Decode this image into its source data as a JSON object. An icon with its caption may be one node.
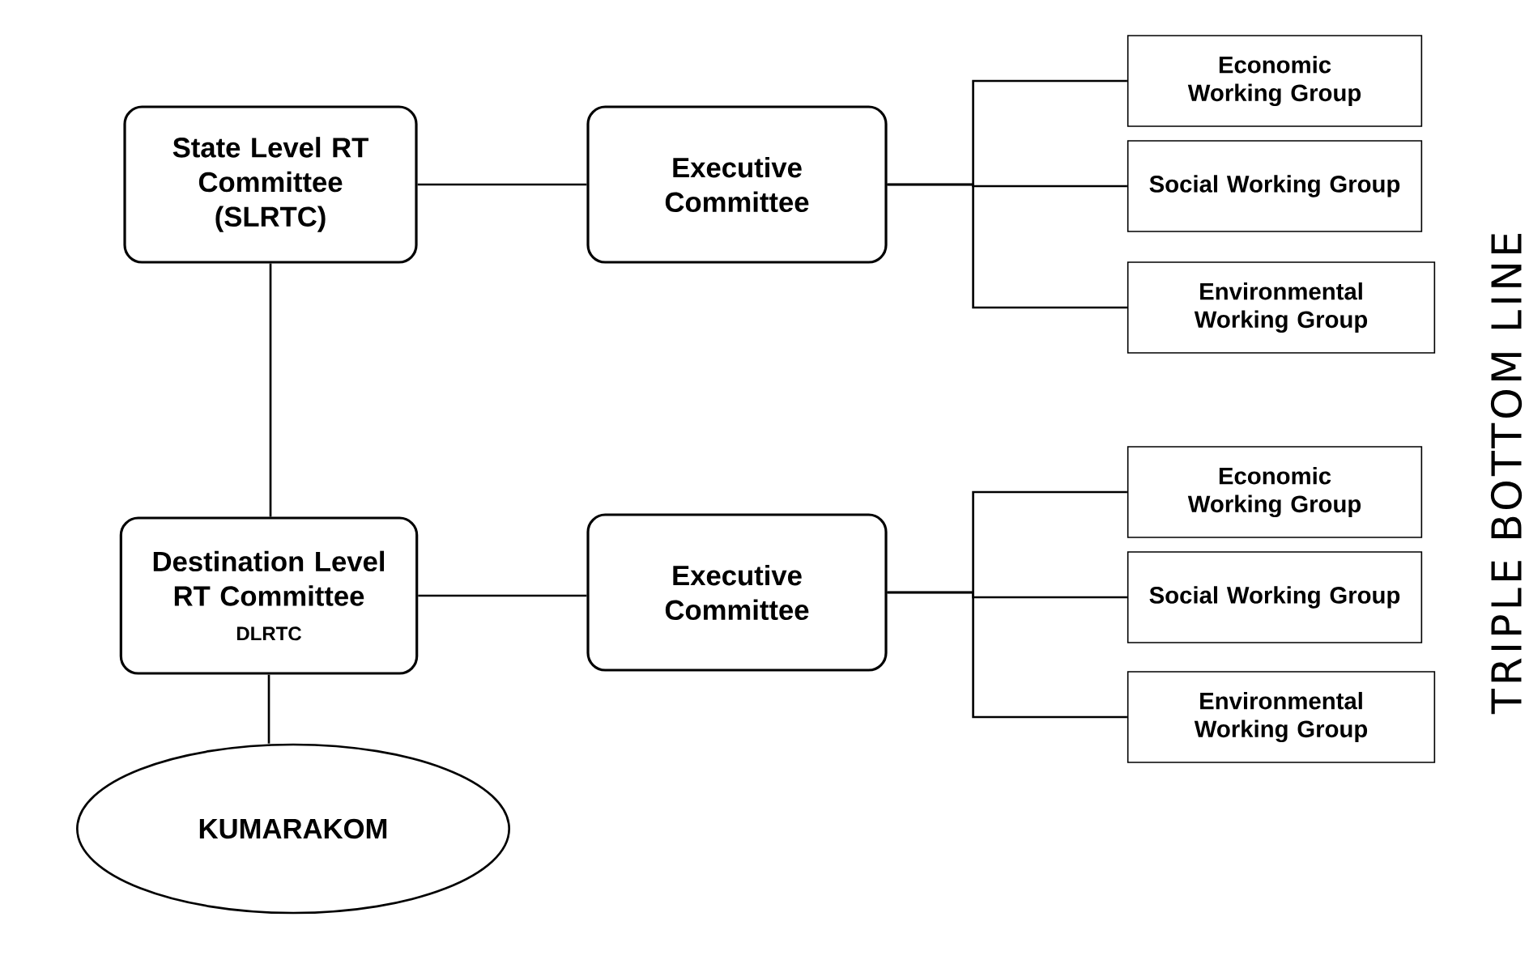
{
  "diagram": {
    "nodes": [
      {
        "text": [
          "State Level RT Committee (SLRTC)"
        ]
      },
      {
        "text": [
          "Executive Committee"
        ]
      },
      {
        "text": [
          "Economic Working Group"
        ]
      },
      {
        "text": [
          "Social Working Group"
        ]
      },
      {
        "text": [
          "Environmental Working Group"
        ]
      },
      {
        "text": [
          "Destination Level RT Committee",
          "DLRTC"
        ]
      },
      {
        "text": [
          "Executive Committee"
        ]
      },
      {
        "text": [
          "Economic Working Group"
        ]
      },
      {
        "text": [
          "Social Working Group"
        ]
      },
      {
        "text": [
          "Environmental Working Group"
        ]
      },
      {
        "text": [
          "KUMARAKOM"
        ]
      }
    ],
    "edges": [
      {
        "from": 0,
        "to": 1,
        "arrow": "none"
      },
      {
        "from": 1,
        "to": 2,
        "arrow": "none"
      },
      {
        "from": 1,
        "to": 3,
        "arrow": "none"
      },
      {
        "from": 1,
        "to": 4,
        "arrow": "none"
      },
      {
        "from": 0,
        "to": 5,
        "arrow": "none"
      },
      {
        "from": 5,
        "to": 6,
        "arrow": "none"
      },
      {
        "from": 6,
        "to": 7,
        "arrow": "none"
      },
      {
        "from": 6,
        "to": 8,
        "arrow": "none"
      },
      {
        "from": 6,
        "to": 9,
        "arrow": "none"
      },
      {
        "from": 5,
        "to": 10,
        "arrow": "none"
      }
    ],
    "labels": [
      "TRIPLE BOTTOM LINE"
    ]
  }
}
